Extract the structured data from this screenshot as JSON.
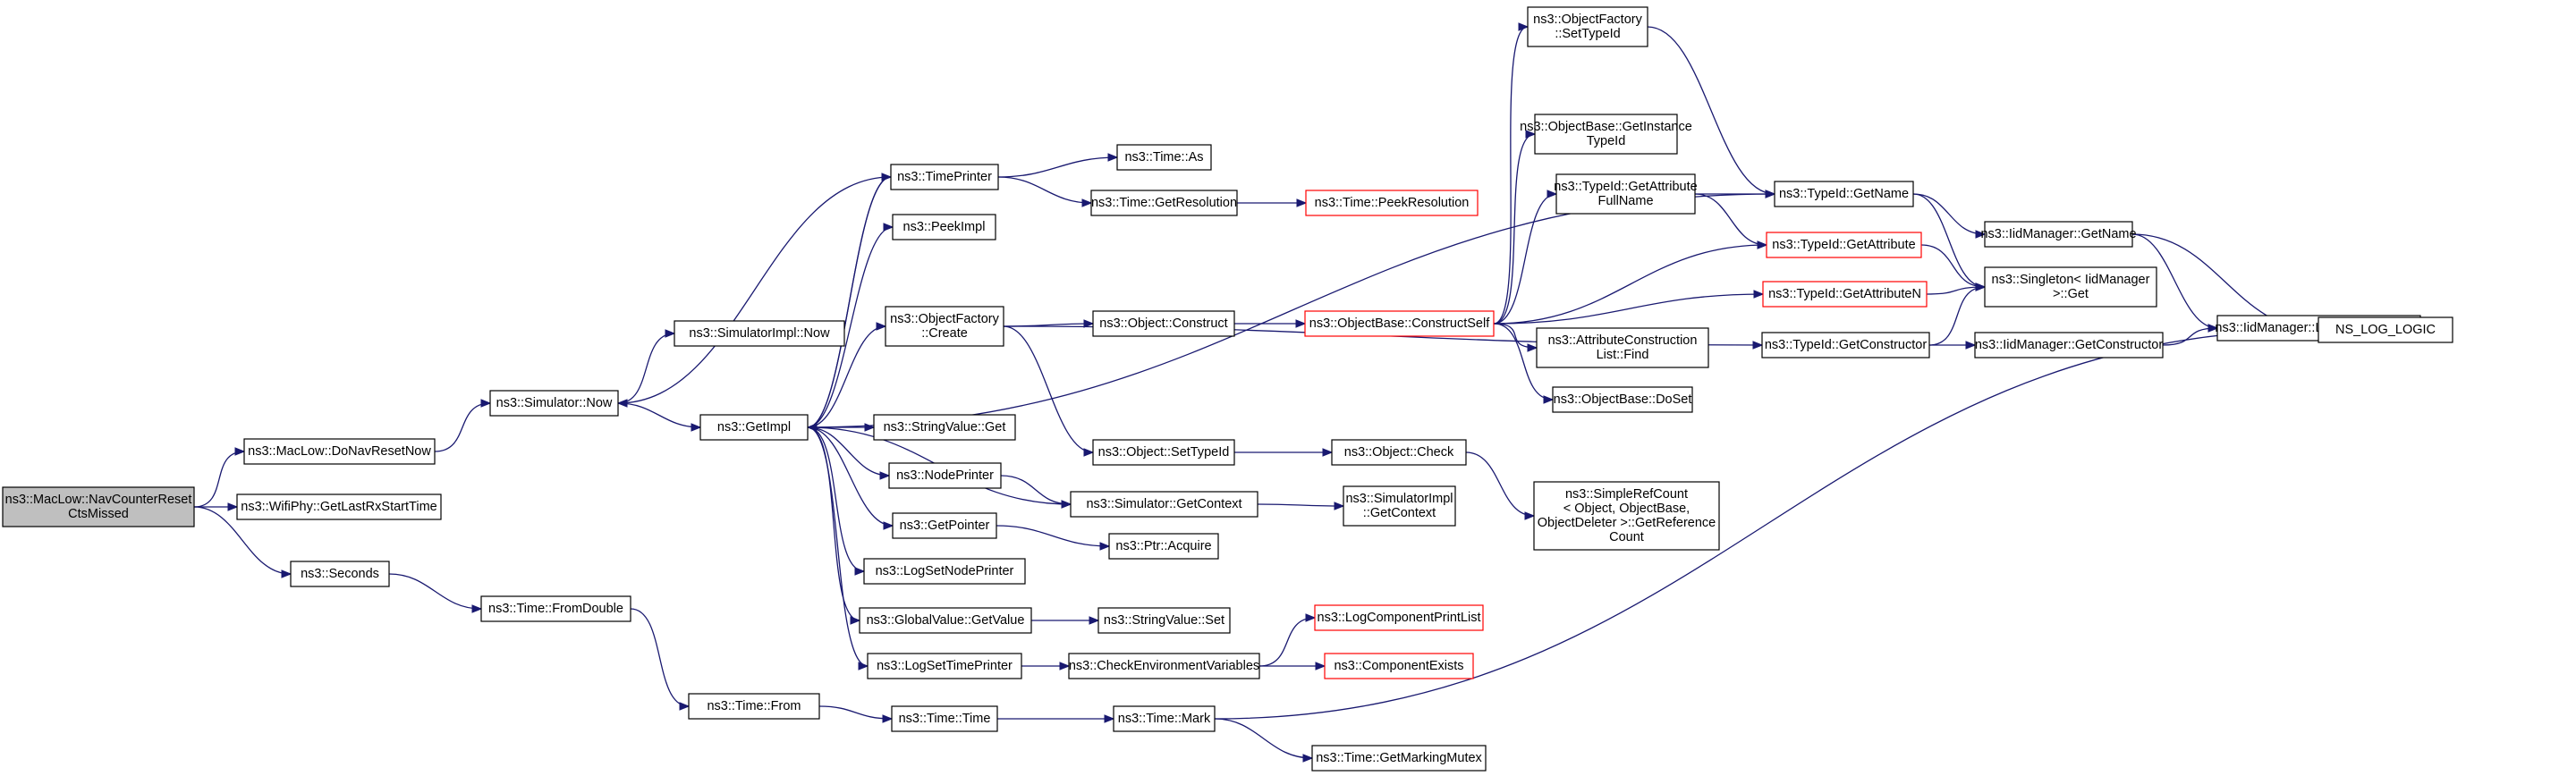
{
  "nodes": [
    {
      "id": "root",
      "lines": [
        "ns3::MacLow::NavCounterReset",
        "CtsMissed"
      ],
      "style": "root"
    },
    {
      "id": "donav",
      "lines": [
        "ns3::MacLow::DoNavResetNow"
      ]
    },
    {
      "id": "getlastrx",
      "lines": [
        "ns3::WifiPhy::GetLastRxStartTime"
      ]
    },
    {
      "id": "seconds",
      "lines": [
        "ns3::Seconds"
      ]
    },
    {
      "id": "simnow",
      "lines": [
        "ns3::Simulator::Now"
      ]
    },
    {
      "id": "fromdouble",
      "lines": [
        "ns3::Time::FromDouble"
      ]
    },
    {
      "id": "simimplnow",
      "lines": [
        "ns3::SimulatorImpl::Now"
      ]
    },
    {
      "id": "getimpl",
      "lines": [
        "ns3::GetImpl"
      ]
    },
    {
      "id": "timefrom",
      "lines": [
        "ns3::Time::From"
      ]
    },
    {
      "id": "timeprinter",
      "lines": [
        "ns3::TimePrinter"
      ]
    },
    {
      "id": "peekimpl",
      "lines": [
        "ns3::PeekImpl"
      ]
    },
    {
      "id": "objfactcreate",
      "lines": [
        "ns3::ObjectFactory",
        "::Create"
      ]
    },
    {
      "id": "stringvalget",
      "lines": [
        "ns3::StringValue::Get"
      ]
    },
    {
      "id": "nodeprinter",
      "lines": [
        "ns3::NodePrinter"
      ]
    },
    {
      "id": "getpointer",
      "lines": [
        "ns3::GetPointer"
      ]
    },
    {
      "id": "logsetnodeprinter",
      "lines": [
        "ns3::LogSetNodePrinter"
      ]
    },
    {
      "id": "globalvalget",
      "lines": [
        "ns3::GlobalValue::GetValue"
      ]
    },
    {
      "id": "logsettimeprinter",
      "lines": [
        "ns3::LogSetTimePrinter"
      ]
    },
    {
      "id": "timetime",
      "lines": [
        "ns3::Time::Time"
      ]
    },
    {
      "id": "timeas",
      "lines": [
        "ns3::Time::As"
      ]
    },
    {
      "id": "timegetres",
      "lines": [
        "ns3::Time::GetResolution"
      ]
    },
    {
      "id": "objconstruct",
      "lines": [
        "ns3::Object::Construct"
      ]
    },
    {
      "id": "objsettypeid",
      "lines": [
        "ns3::Object::SetTypeId"
      ]
    },
    {
      "id": "simgetcontext",
      "lines": [
        "ns3::Simulator::GetContext"
      ]
    },
    {
      "id": "ptracquire",
      "lines": [
        "ns3::Ptr::Acquire"
      ]
    },
    {
      "id": "stringvalset",
      "lines": [
        "ns3::StringValue::Set"
      ]
    },
    {
      "id": "checkenv",
      "lines": [
        "ns3::CheckEnvironmentVariables"
      ]
    },
    {
      "id": "timemark",
      "lines": [
        "ns3::Time::Mark"
      ]
    },
    {
      "id": "peekres",
      "lines": [
        "ns3::Time::PeekResolution"
      ],
      "style": "red"
    },
    {
      "id": "constructself",
      "lines": [
        "ns3::ObjectBase::ConstructSelf"
      ],
      "style": "red"
    },
    {
      "id": "objcheck",
      "lines": [
        "ns3::Object::Check"
      ]
    },
    {
      "id": "simimplgetctx",
      "lines": [
        "ns3::SimulatorImpl",
        "::GetContext"
      ]
    },
    {
      "id": "logcompprint",
      "lines": [
        "ns3::LogComponentPrintList"
      ],
      "style": "red"
    },
    {
      "id": "compexists",
      "lines": [
        "ns3::ComponentExists"
      ],
      "style": "red"
    },
    {
      "id": "getmarkmutex",
      "lines": [
        "ns3::Time::GetMarkingMutex"
      ]
    },
    {
      "id": "objfactsettypeid",
      "lines": [
        "ns3::ObjectFactory",
        "::SetTypeId"
      ]
    },
    {
      "id": "getinstancetypeid",
      "lines": [
        "ns3::ObjectBase::GetInstance",
        "TypeId"
      ]
    },
    {
      "id": "getattrfullname",
      "lines": [
        "ns3::TypeId::GetAttribute",
        "FullName"
      ]
    },
    {
      "id": "attrconstfind",
      "lines": [
        "ns3::AttributeConstruction",
        "List::Find"
      ]
    },
    {
      "id": "doset",
      "lines": [
        "ns3::ObjectBase::DoSet"
      ]
    },
    {
      "id": "simplerefcount",
      "lines": [
        "ns3::SimpleRefCount",
        "< Object, ObjectBase,",
        "ObjectDeleter >::GetReference",
        "Count"
      ]
    },
    {
      "id": "typeidgetname",
      "lines": [
        "ns3::TypeId::GetName"
      ]
    },
    {
      "id": "typeidgetattr",
      "lines": [
        "ns3::TypeId::GetAttribute"
      ],
      "style": "red"
    },
    {
      "id": "typeidgetattrn",
      "lines": [
        "ns3::TypeId::GetAttributeN"
      ],
      "style": "red"
    },
    {
      "id": "typeidgetctor",
      "lines": [
        "ns3::TypeId::GetConstructor"
      ]
    },
    {
      "id": "iidgetname",
      "lines": [
        "ns3::IidManager::GetName"
      ]
    },
    {
      "id": "singleton",
      "lines": [
        "ns3::Singleton< IidManager",
        "  >::Get"
      ]
    },
    {
      "id": "iidgetctor",
      "lines": [
        "ns3::IidManager::GetConstructor"
      ]
    },
    {
      "id": "iidlookup",
      "lines": [
        "ns3::IidManager::LookupInformation"
      ]
    },
    {
      "id": "nslog",
      "lines": [
        "NS_LOG_LOGIC"
      ]
    }
  ],
  "edges": [
    [
      "root",
      "donav"
    ],
    [
      "root",
      "getlastrx"
    ],
    [
      "root",
      "seconds"
    ],
    [
      "donav",
      "simnow"
    ],
    [
      "seconds",
      "fromdouble"
    ],
    [
      "simnow",
      "simimplnow"
    ],
    [
      "simnow",
      "getimpl"
    ],
    [
      "fromdouble",
      "timefrom"
    ],
    [
      "getimpl",
      "timeprinter"
    ],
    [
      "getimpl",
      "peekimpl"
    ],
    [
      "getimpl",
      "objfactcreate"
    ],
    [
      "getimpl",
      "stringvalget"
    ],
    [
      "getimpl",
      "nodeprinter"
    ],
    [
      "getimpl",
      "getpointer"
    ],
    [
      "getimpl",
      "logsetnodeprinter"
    ],
    [
      "getimpl",
      "globalvalget"
    ],
    [
      "getimpl",
      "logsettimeprinter"
    ],
    [
      "getimpl",
      "simgetcontext"
    ],
    [
      "getimpl",
      "typeidgetname"
    ],
    [
      "timeprinter",
      "getimpl"
    ],
    [
      "timeprinter",
      "simnow"
    ],
    [
      "timefrom",
      "timetime"
    ],
    [
      "timeprinter",
      "timeas"
    ],
    [
      "timeprinter",
      "timegetres"
    ],
    [
      "objfactcreate",
      "objconstruct"
    ],
    [
      "objfactcreate",
      "objsettypeid"
    ],
    [
      "objfactcreate",
      "typeidgetctor"
    ],
    [
      "nodeprinter",
      "simgetcontext"
    ],
    [
      "getpointer",
      "ptracquire"
    ],
    [
      "globalvalget",
      "stringvalset"
    ],
    [
      "logsettimeprinter",
      "checkenv"
    ],
    [
      "timetime",
      "timemark"
    ],
    [
      "timegetres",
      "peekres"
    ],
    [
      "objconstruct",
      "constructself"
    ],
    [
      "objsettypeid",
      "objcheck"
    ],
    [
      "simgetcontext",
      "simimplgetctx"
    ],
    [
      "checkenv",
      "logcompprint"
    ],
    [
      "checkenv",
      "compexists"
    ],
    [
      "timemark",
      "getmarkmutex"
    ],
    [
      "timemark",
      "nslog"
    ],
    [
      "constructself",
      "objfactsettypeid"
    ],
    [
      "constructself",
      "getinstancetypeid"
    ],
    [
      "constructself",
      "getattrfullname"
    ],
    [
      "constructself",
      "attrconstfind"
    ],
    [
      "constructself",
      "doset"
    ],
    [
      "constructself",
      "typeidgetattr"
    ],
    [
      "constructself",
      "typeidgetattrn"
    ],
    [
      "objcheck",
      "simplerefcount"
    ],
    [
      "objfactsettypeid",
      "typeidgetname"
    ],
    [
      "getattrfullname",
      "typeidgetname"
    ],
    [
      "getattrfullname",
      "typeidgetattr"
    ],
    [
      "typeidgetname",
      "iidgetname"
    ],
    [
      "typeidgetname",
      "singleton"
    ],
    [
      "typeidgetattr",
      "singleton"
    ],
    [
      "typeidgetattrn",
      "singleton"
    ],
    [
      "typeidgetctor",
      "iidgetctor"
    ],
    [
      "typeidgetctor",
      "singleton"
    ],
    [
      "iidgetname",
      "iidlookup"
    ],
    [
      "iidgetname",
      "nslog"
    ],
    [
      "iidgetctor",
      "iidlookup"
    ],
    [
      "iidlookup",
      "nslog"
    ]
  ]
}
